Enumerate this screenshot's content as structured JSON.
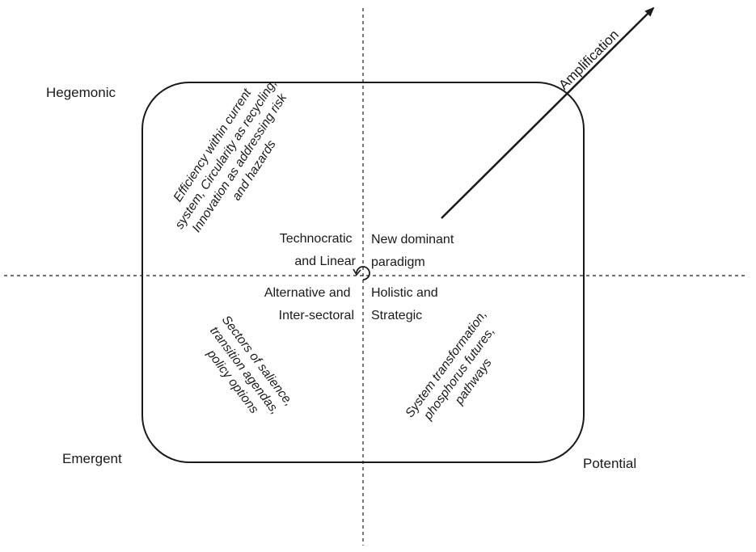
{
  "corners": {
    "top_left": "Hegemonic",
    "bottom_left": "Emergent",
    "bottom_right": "Potential"
  },
  "arrow_label": "Amplification",
  "quadrant_labels": {
    "top_left": [
      "Technocratic",
      "and Linear"
    ],
    "top_right": [
      "New dominant",
      "paradigm"
    ],
    "bottom_left": [
      "Alternative and",
      "Inter-sectoral"
    ],
    "bottom_right": [
      "Holistic and",
      "Strategic"
    ]
  },
  "diagonal_texts": {
    "top_left": [
      "Efficiency within current",
      "system, Circularity as recycling,",
      "Innovation as addressing risk",
      "and hazards"
    ],
    "bottom_left": [
      "Sectors of salience,",
      "transition agendas,",
      "policy options"
    ],
    "bottom_right": [
      "System transformation,",
      "phosphorus futures,",
      "pathways"
    ]
  },
  "colors": {
    "line": "#1a1a1a",
    "background": "#ffffff"
  }
}
